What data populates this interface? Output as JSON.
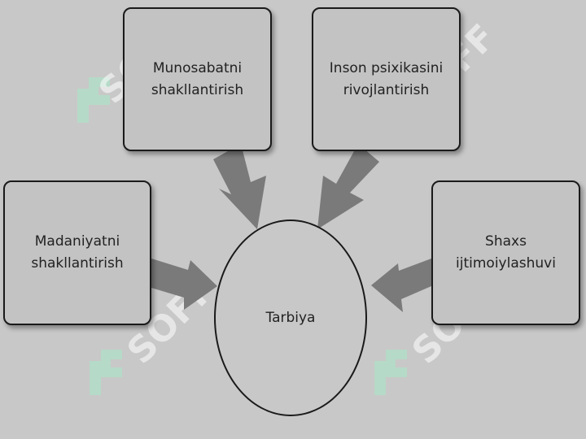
{
  "diagram": {
    "center": {
      "label": "Tarbiya"
    },
    "nodes": {
      "top_left": {
        "label": "Munosabatni\nshakllantirish"
      },
      "top_right": {
        "label": "Inson psixikasini\nrivojlantirish"
      },
      "left": {
        "label": "Madaniyatni\nshakllantirish"
      },
      "right": {
        "label": "Shaxs\nijtimoiylashuvi"
      }
    }
  },
  "watermark": {
    "text": "SOFF"
  },
  "colors": {
    "background": "#c8c8c8",
    "box_fill": "#c3c3c3",
    "border": "#1a1a1a",
    "arrow": "#7a7a7a",
    "watermark_mark": "#a8eac8"
  }
}
